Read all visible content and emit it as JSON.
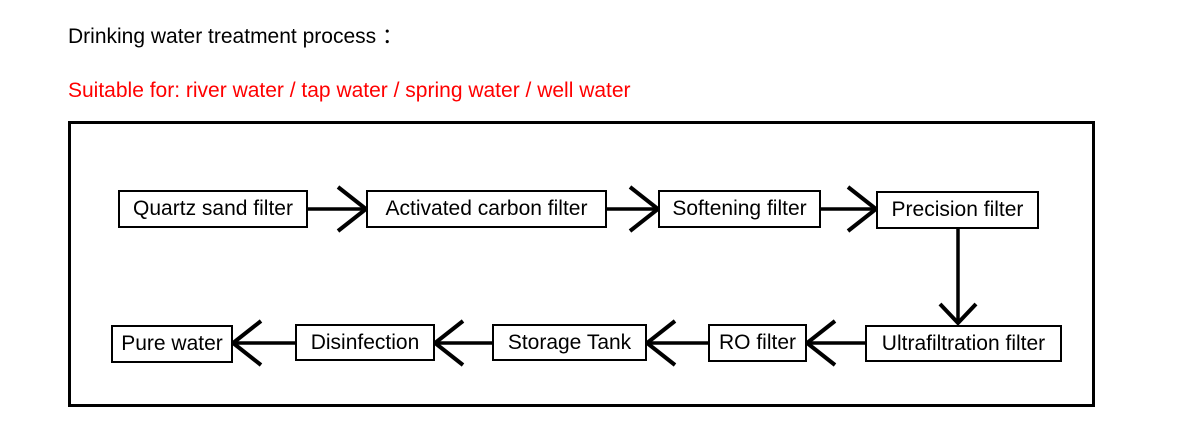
{
  "title": "Drinking water treatment process ：",
  "subtitle": {
    "text": "Suitable for: river water / tap water / spring water / well water",
    "color": "#ff0000"
  },
  "flowchart": {
    "nodes": [
      {
        "id": "quartz-sand-filter",
        "label": "Quartz sand filter"
      },
      {
        "id": "activated-carbon-filter",
        "label": "Activated carbon filter"
      },
      {
        "id": "softening-filter",
        "label": "Softening filter"
      },
      {
        "id": "precision-filter",
        "label": "Precision filter"
      },
      {
        "id": "ultrafiltration-filter",
        "label": "Ultrafiltration filter"
      },
      {
        "id": "ro-filter",
        "label": "RO filter"
      },
      {
        "id": "storage-tank",
        "label": "Storage Tank"
      },
      {
        "id": "disinfection",
        "label": "Disinfection"
      },
      {
        "id": "pure-water",
        "label": "Pure water"
      }
    ],
    "edges": [
      {
        "from": "quartz-sand-filter",
        "to": "activated-carbon-filter"
      },
      {
        "from": "activated-carbon-filter",
        "to": "softening-filter"
      },
      {
        "from": "softening-filter",
        "to": "precision-filter"
      },
      {
        "from": "precision-filter",
        "to": "ultrafiltration-filter"
      },
      {
        "from": "ultrafiltration-filter",
        "to": "ro-filter"
      },
      {
        "from": "ro-filter",
        "to": "storage-tank"
      },
      {
        "from": "storage-tank",
        "to": "disinfection"
      },
      {
        "from": "disinfection",
        "to": "pure-water"
      }
    ],
    "colors": {
      "line": "#000000",
      "box_border": "#000000",
      "box_fill": "#ffffff",
      "text": "#000000"
    }
  }
}
